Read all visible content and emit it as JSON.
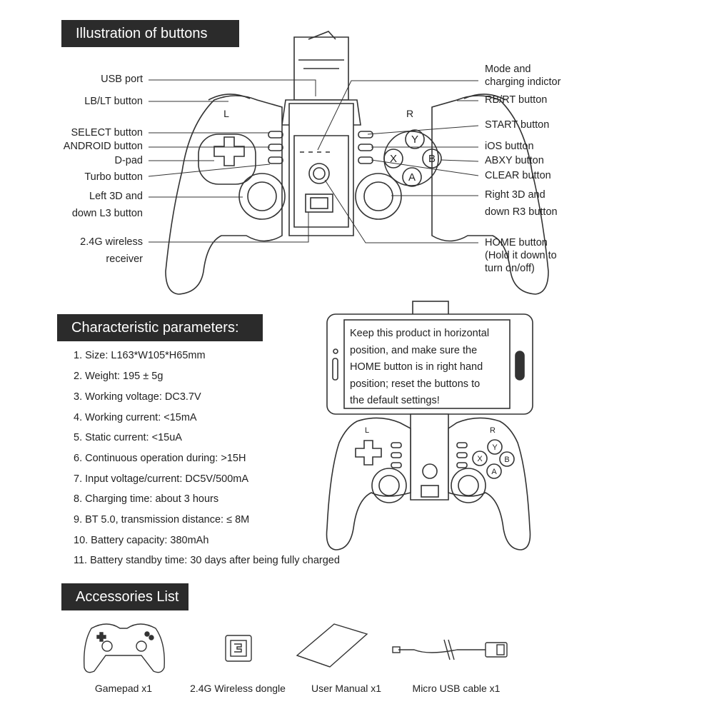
{
  "sections": {
    "illustration_title": "Illustration of buttons",
    "params_title": "Characteristic parameters:",
    "accessories_title": "Accessories List"
  },
  "labels_left": {
    "usb_port": "USB port",
    "lb_lt": "LB/LT button",
    "select": "SELECT button",
    "android": "ANDROID button",
    "dpad": "D-pad",
    "turbo": "Turbo button",
    "left3d_1": "Left 3D and",
    "left3d_2": "down L3 button",
    "wireless_1": "2.4G wireless",
    "wireless_2": "receiver"
  },
  "labels_right": {
    "mode_1": "Mode and",
    "mode_2": "charging indictor",
    "rb_rt": "RB/RT button",
    "start": "START button",
    "ios": "iOS button",
    "abxy": "ABXY button",
    "clear": "CLEAR button",
    "right3d_1": "Right 3D and",
    "right3d_2": "down R3 button",
    "home_1": "HOME button",
    "home_2": "(Hold it down to",
    "home_3": "turn on/off)"
  },
  "controller_marks": {
    "shoulder_l": "L",
    "shoulder_r": "R",
    "btn_y": "Y",
    "btn_x": "X",
    "btn_b": "B",
    "btn_a": "A"
  },
  "specs": [
    "1. Size: L163*W105*H65mm",
    "2. Weight: 195 ± 5g",
    "3. Working voltage: DC3.7V",
    "4. Working current: <15mA",
    "5. Static current: <15uA",
    "6. Continuous operation during: >15H",
    "7. Input voltage/current: DC5V/500mA",
    "8. Charging time: about 3 hours",
    "9. BT 5.0, transmission distance: ≤ 8M",
    "10. Battery capacity: 380mAh",
    "11. Battery standby time: 30 days after being fully charged"
  ],
  "phone_note": {
    "line1": "Keep this product in horizontal",
    "line2": "position, and make sure the",
    "line3": "HOME button is in right hand",
    "line4": "position; reset the buttons to",
    "line5": "the default settings!"
  },
  "accessories": {
    "gamepad": "Gamepad x1",
    "dongle": "2.4G Wireless dongle",
    "manual": "User Manual x1",
    "cable": "Micro USB cable x1"
  }
}
